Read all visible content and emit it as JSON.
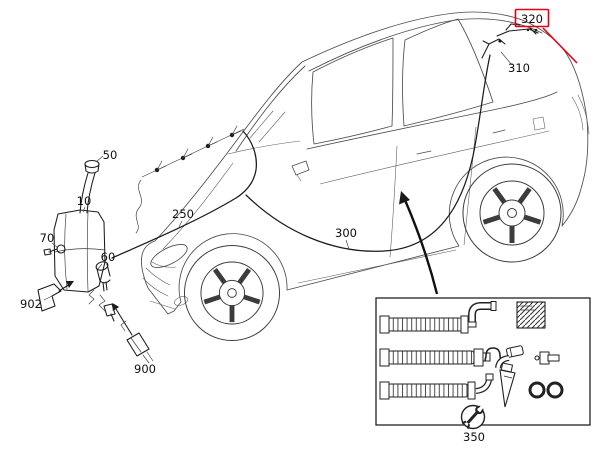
{
  "diagram": {
    "labels": {
      "cap": "50",
      "reservoir": "10",
      "level_sensor": "70",
      "pump": "60",
      "front_hose": "250",
      "rear_hose": "300",
      "bracket": "902",
      "rear_pump": "900",
      "rear_nozzle": "310",
      "highlighted_part": "320",
      "hose_kit": "350"
    },
    "colors": {
      "highlight": "#e60012",
      "line": "#1b1b1b"
    }
  }
}
